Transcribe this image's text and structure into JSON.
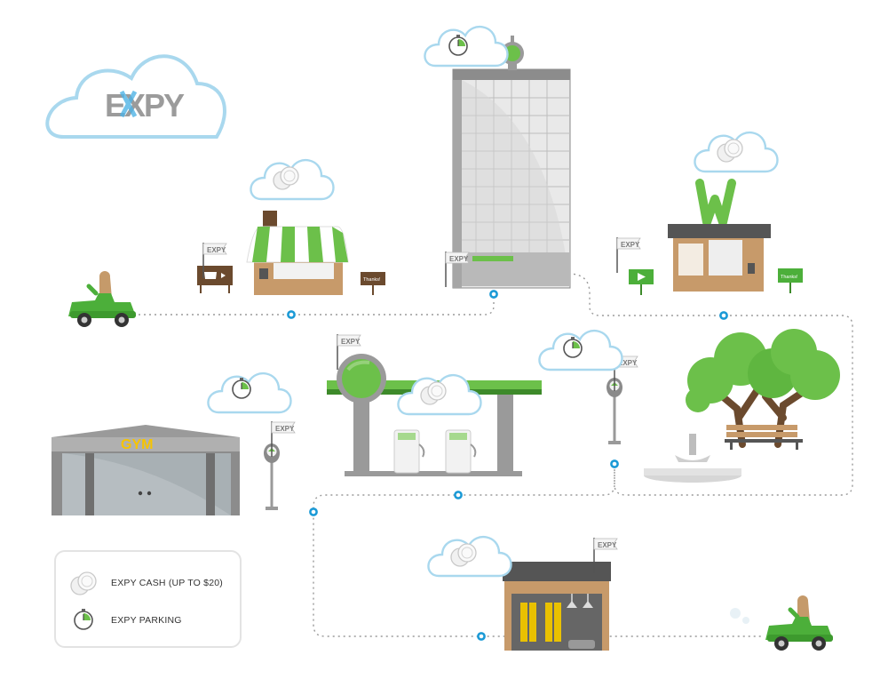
{
  "brand": {
    "logo_text": "EXPY",
    "logo_color": "#9b9b9b",
    "logo_accent": "#4fb3e6"
  },
  "colors": {
    "green": "#6cc04a",
    "dark_green": "#3d8a2a",
    "cloud_stroke": "#a9d8ee",
    "path_dot": "#1b9ad6",
    "brown": "#c79a6a",
    "dark_brown": "#6b4a2e",
    "gray": "#9a9a9a"
  },
  "icons": {
    "cash": "coins-icon",
    "parking": "stopwatch-icon",
    "car": "car-icon",
    "flag": "flag-icon"
  },
  "gym": {
    "sign": "GYM"
  },
  "signs": {
    "thanks": "Thanks!",
    "flag_text": "EXPY"
  },
  "legend": {
    "items": [
      {
        "icon": "coins-icon",
        "label": "EXPY CASH (UP TO $20)"
      },
      {
        "icon": "stopwatch-icon",
        "label": "EXPY PARKING"
      }
    ]
  }
}
